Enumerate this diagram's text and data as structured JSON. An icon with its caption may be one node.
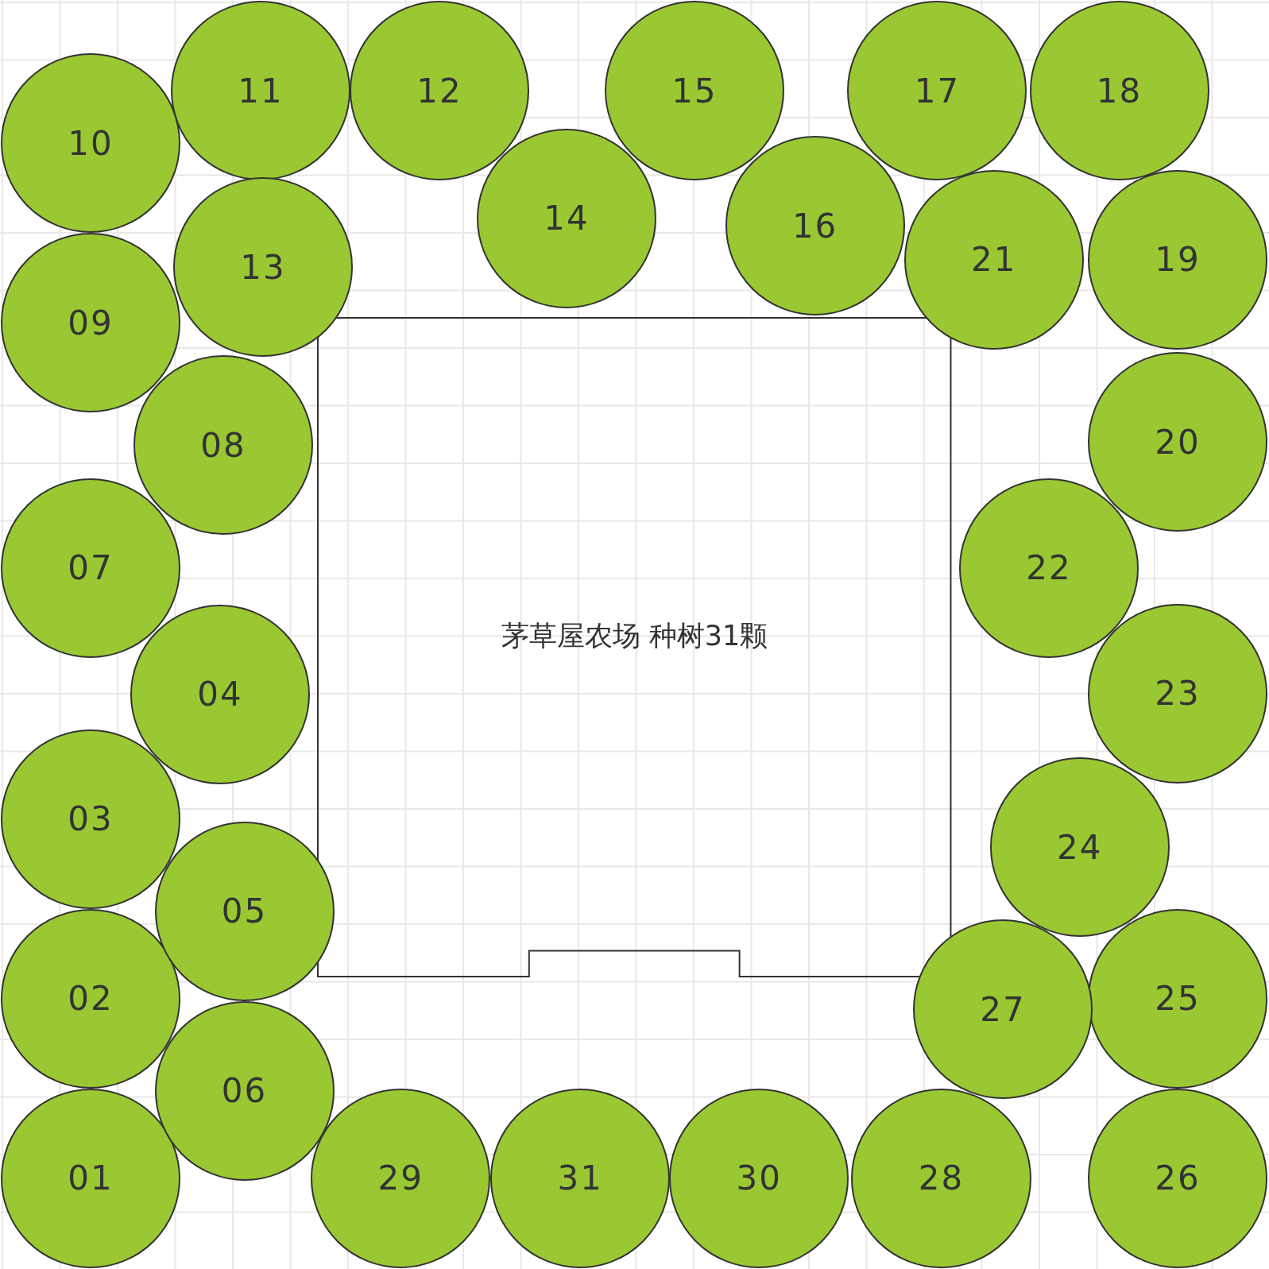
{
  "diagram": {
    "nodes": [
      {
        "text": [
          "茅草屋农场 种树31颗"
        ]
      },
      {
        "text": [
          "01"
        ]
      },
      {
        "text": [
          "02"
        ]
      },
      {
        "text": [
          "03"
        ]
      },
      {
        "text": [
          "04"
        ]
      },
      {
        "text": [
          "05"
        ]
      },
      {
        "text": [
          "06"
        ]
      },
      {
        "text": [
          "07"
        ]
      },
      {
        "text": [
          "08"
        ]
      },
      {
        "text": [
          "09"
        ]
      },
      {
        "text": [
          "10"
        ]
      },
      {
        "text": [
          "11"
        ]
      },
      {
        "text": [
          "12"
        ]
      },
      {
        "text": [
          "13"
        ]
      },
      {
        "text": [
          "14"
        ]
      },
      {
        "text": [
          "15"
        ]
      },
      {
        "text": [
          "16"
        ]
      },
      {
        "text": [
          "17"
        ]
      },
      {
        "text": [
          "18"
        ]
      },
      {
        "text": [
          "19"
        ]
      },
      {
        "text": [
          "20"
        ]
      },
      {
        "text": [
          "21"
        ]
      },
      {
        "text": [
          "22"
        ]
      },
      {
        "text": [
          "23"
        ]
      },
      {
        "text": [
          "24"
        ]
      },
      {
        "text": [
          "25"
        ]
      },
      {
        "text": [
          "26"
        ]
      },
      {
        "text": [
          "27"
        ]
      },
      {
        "text": [
          "28"
        ]
      },
      {
        "text": [
          "29"
        ]
      },
      {
        "text": [
          "30"
        ]
      },
      {
        "text": [
          "31"
        ]
      }
    ],
    "edges": []
  }
}
